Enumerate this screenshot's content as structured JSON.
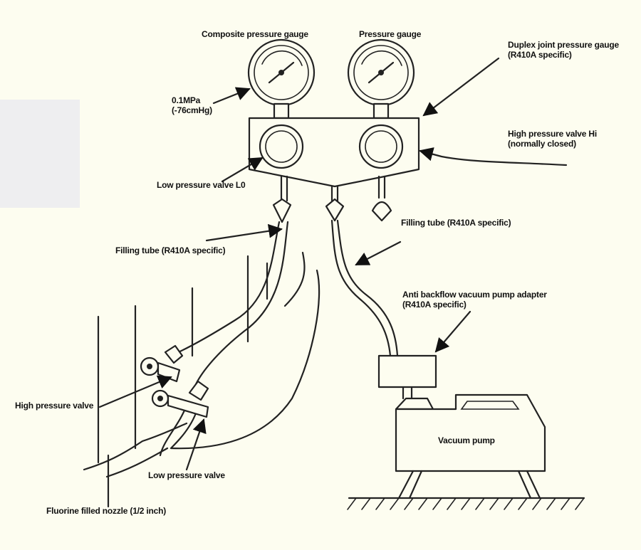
{
  "labels": {
    "composite_gauge": "Composite pressure gauge",
    "pressure_gauge": "Pressure gauge",
    "duplex_joint": "Duplex joint pressure gauge\n(R410A specific)",
    "vacuum_reading": "0.1MPa\n(-76cmHg)",
    "high_valve_hi": "High pressure valve Hi\n(normally closed)",
    "low_valve_lo": "Low pressure valve L0",
    "filling_tube_right": "Filling tube (R410A specific)",
    "filling_tube_left": "Filling tube (R410A specific)",
    "adapter": "Anti backflow vacuum pump adapter\n(R410A specific)",
    "vacuum_pump": "Vacuum pump",
    "high_pressure_valve": "High pressure valve",
    "low_pressure_valve": "Low pressure valve",
    "nozzle": "Fluorine filled nozzle (1/2 inch)"
  }
}
